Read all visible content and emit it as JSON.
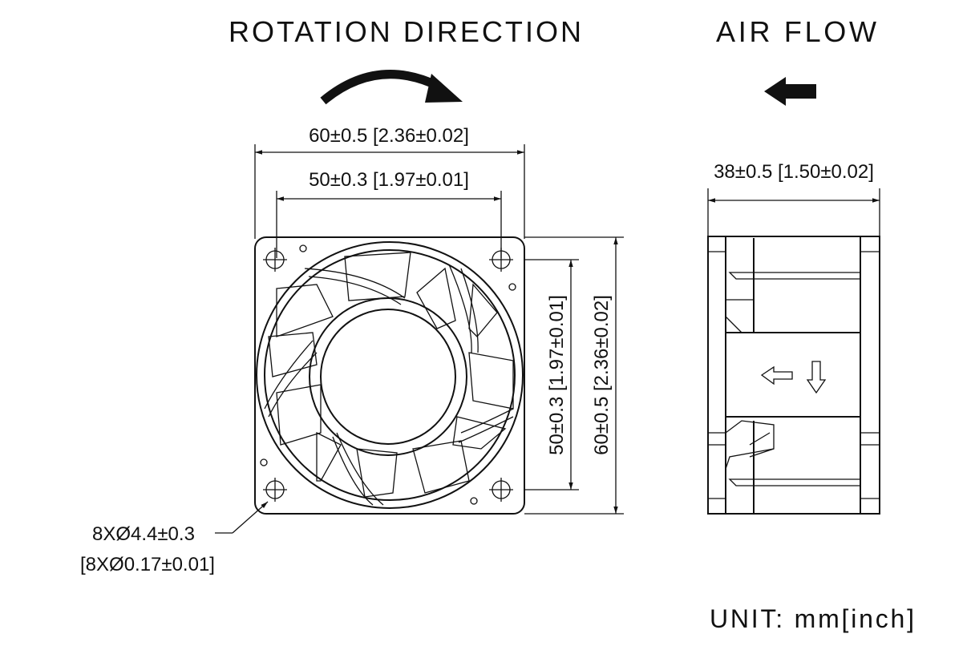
{
  "titles": {
    "rotation": "ROTATION DIRECTION",
    "airflow": "AIR FLOW"
  },
  "front_view": {
    "width_outer": "60±0.5 [2.36±0.02]",
    "width_holes": "50±0.3 [1.97±0.01]",
    "height_holes": "50±0.3 [1.97±0.01]",
    "height_outer": "60±0.5 [2.36±0.02]",
    "hole_label_mm": "8XØ4.4±0.3",
    "hole_label_inch": "[8XØ0.17±0.01]"
  },
  "side_view": {
    "depth": "38±0.5 [1.50±0.02]"
  },
  "unit": "UNIT: mm[inch]"
}
